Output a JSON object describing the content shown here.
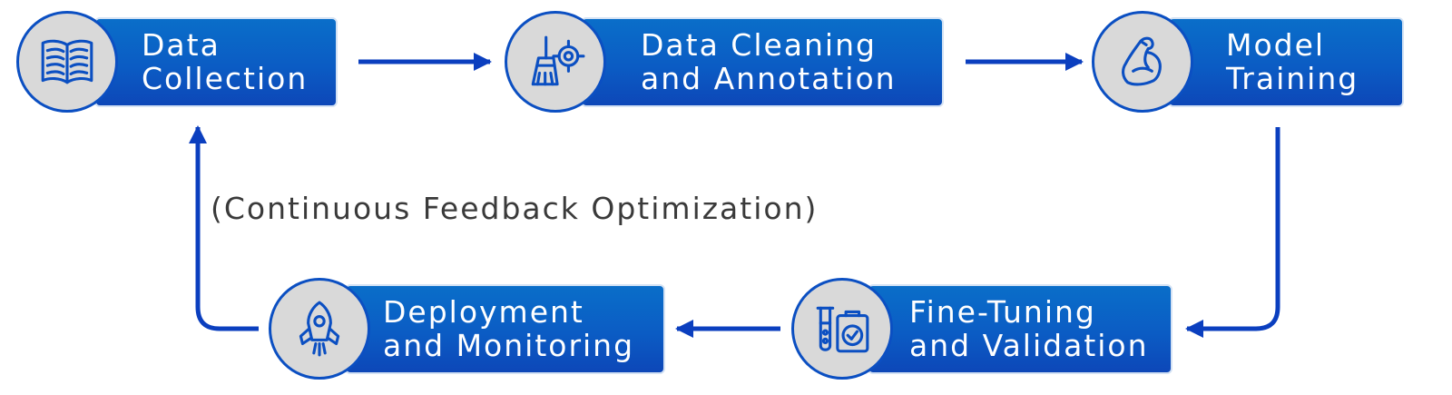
{
  "diagram": {
    "nodes": [
      {
        "id": "collection",
        "icon": "open-book-icon",
        "lines": [
          "Data",
          "Collection"
        ]
      },
      {
        "id": "cleaning",
        "icon": "broom-target-icon",
        "lines": [
          "Data Cleaning",
          "and Annotation"
        ]
      },
      {
        "id": "training",
        "icon": "flexed-bicep-icon",
        "lines": [
          "Model",
          "Training"
        ]
      },
      {
        "id": "finetuning",
        "icon": "test-tube-clipboard-icon",
        "lines": [
          "Fine-Tuning",
          "and Validation"
        ]
      },
      {
        "id": "deployment",
        "icon": "rocket-icon",
        "lines": [
          "Deployment",
          "and Monitoring"
        ]
      }
    ],
    "feedback_label": "(Continuous Feedback Optimization)",
    "colors": {
      "box_top": "#0a6ec9",
      "box_bottom": "#0d47b8",
      "arrow": "#0b3fbf",
      "circle_fill": "#d9d9d9",
      "circle_border": "#0b4fc2",
      "caption_text": "#3a3a3a"
    }
  }
}
